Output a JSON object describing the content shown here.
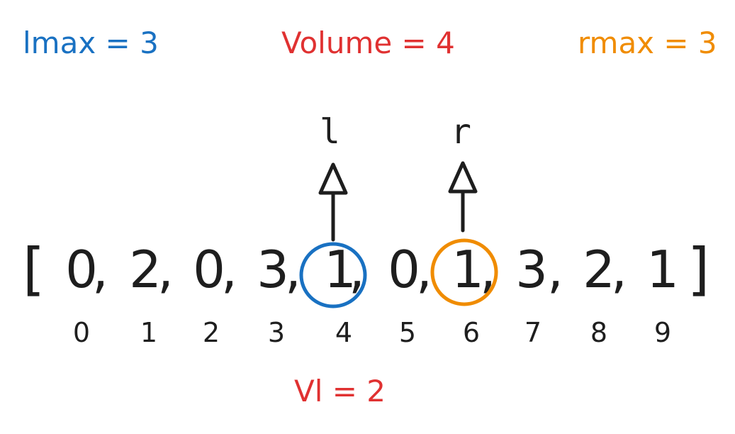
{
  "labels": {
    "lmax": "lmax = 3",
    "volume": "Volume = 4",
    "rmax": "rmax = 3",
    "vl": "Vl = 2"
  },
  "pointers": {
    "left": "l",
    "right": "r"
  },
  "array": {
    "open": "[",
    "close": "]",
    "comma": ",",
    "values": [
      "0",
      "2",
      "0",
      "3",
      "1",
      "0",
      "1",
      "3",
      "2",
      "1"
    ],
    "indices": [
      "0",
      "1",
      "2",
      "3",
      "4",
      "5",
      "6",
      "7",
      "8",
      "9"
    ]
  },
  "colors": {
    "blue": "#1971c2",
    "red": "#e03131",
    "orange": "#f08c00",
    "ink": "#1e1e1e"
  }
}
